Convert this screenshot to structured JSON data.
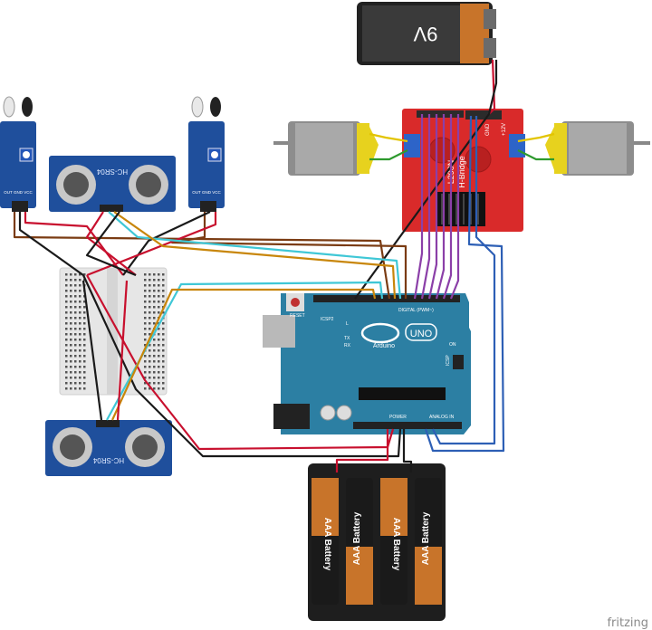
{
  "battery9v": {
    "label": "9V"
  },
  "hbridge": {
    "line1": "L298N",
    "line2": "H-Bridge",
    "vcc": "+12V",
    "gnd": "GND"
  },
  "ultrasonic": {
    "label": "HC-SR04"
  },
  "arduino": {
    "brand": "Arduino",
    "model": "UNO",
    "reset": "RESET",
    "icsp": "ICSP2",
    "icsp1": "ICSP",
    "digital": "DIGITAL (PWM~)",
    "analog": "ANALOG IN",
    "power": "POWER",
    "led_l": "L",
    "led_tx": "TX",
    "led_rx": "RX",
    "on": "ON"
  },
  "aaa": {
    "label": "AAA Battery"
  },
  "ir": {
    "pins": "OUT GND VCC"
  },
  "watermark": "fritzing",
  "colors": {
    "wire_red": "#c8102e",
    "wire_black": "#1a1a1a",
    "wire_brown": "#7a3b12",
    "wire_cyan": "#3fc7d6",
    "wire_orange": "#c8860a",
    "wire_blue": "#2d5fb5",
    "wire_purple": "#8b3fa8",
    "wire_green": "#2e9a2e",
    "wire_yellow": "#e3c400",
    "arduino_blue": "#2c7fa3",
    "hbridge_red": "#d92a2a",
    "sensor_blue": "#1f4f9c"
  }
}
